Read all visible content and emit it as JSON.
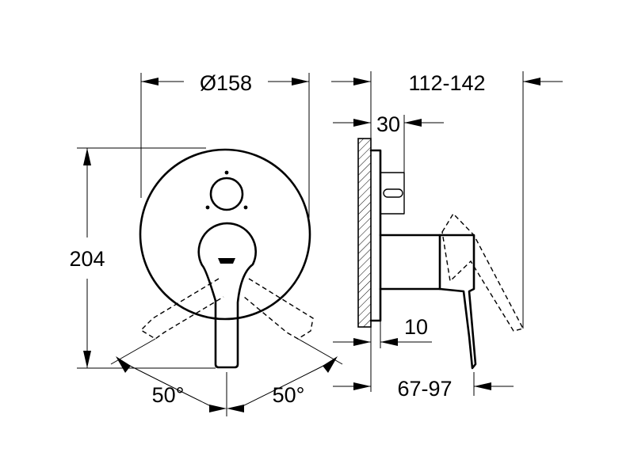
{
  "dimensions": {
    "diameter": "Ø158",
    "height": "204",
    "depth_total": "112-142",
    "plate_thickness": "30",
    "offset": "10",
    "lever_depth": "67-97",
    "angle_left": "50°",
    "angle_right": "50°"
  }
}
